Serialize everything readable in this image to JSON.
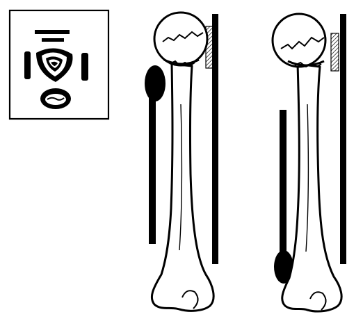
{
  "colors": {
    "ink": "#000000",
    "paper": "#ffffff"
  },
  "panels": [
    {
      "id": "cross-section-inset",
      "icon": "cross-section-diagram"
    },
    {
      "id": "humerus-with-proximal-hematoma",
      "icon": "bone-outline"
    },
    {
      "id": "humerus-with-distal-hematoma",
      "icon": "bone-outline"
    }
  ]
}
